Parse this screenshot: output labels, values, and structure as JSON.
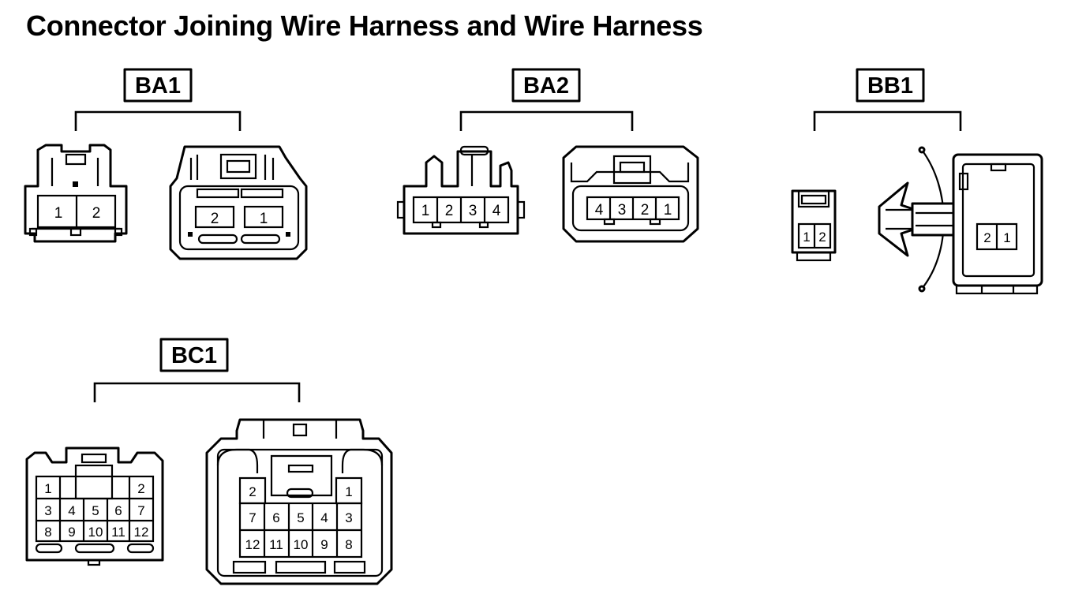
{
  "title": "Connector Joining Wire Harness and Wire Harness",
  "connectors": {
    "ba1": {
      "label": "BA1",
      "left_pins": [
        "1",
        "2"
      ],
      "right_pins": [
        "2",
        "1"
      ]
    },
    "ba2": {
      "label": "BA2",
      "left_pins": [
        "1",
        "2",
        "3",
        "4"
      ],
      "right_pins": [
        "4",
        "3",
        "2",
        "1"
      ]
    },
    "bb1": {
      "label": "BB1",
      "left_pins": [
        "1",
        "2"
      ],
      "right_pins": [
        "2",
        "1"
      ]
    },
    "bc1": {
      "label": "BC1",
      "left_rows": [
        [
          "1",
          "2"
        ],
        [
          "3",
          "4",
          "5",
          "6",
          "7"
        ],
        [
          "8",
          "9",
          "10",
          "11",
          "12"
        ]
      ],
      "right_rows": [
        [
          "2",
          "1"
        ],
        [
          "7",
          "6",
          "5",
          "4",
          "3"
        ],
        [
          "12",
          "11",
          "10",
          "9",
          "8"
        ]
      ]
    }
  }
}
